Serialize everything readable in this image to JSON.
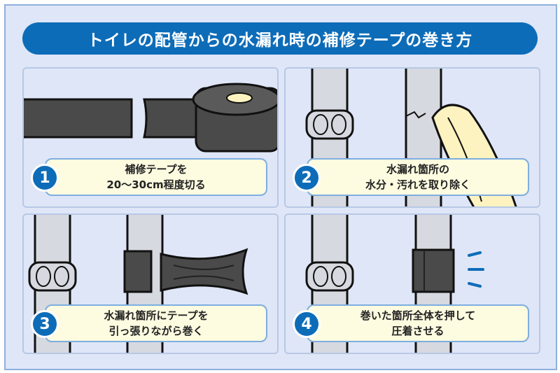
{
  "title": "トイレの配管からの水漏れ時の補修テープの巻き方",
  "steps": [
    {
      "number": "1",
      "line1": "補修テープを",
      "line2": "20〜30cm程度切る"
    },
    {
      "number": "2",
      "line1": "水漏れ箇所の",
      "line2": "水分・汚れを取り除く"
    },
    {
      "number": "3",
      "line1": "水漏れ箇所にテープを",
      "line2": "引っ張りながら巻く"
    },
    {
      "number": "4",
      "line1": "巻いた箇所全体を押して",
      "line2": "圧着させる"
    }
  ],
  "colors": {
    "accent": "#0d6cb8",
    "panel_bg": "#dfe6f7",
    "caption_bg": "#fdfbe0",
    "pipe": "#d6d9df",
    "tape": "#4a4a4a"
  }
}
